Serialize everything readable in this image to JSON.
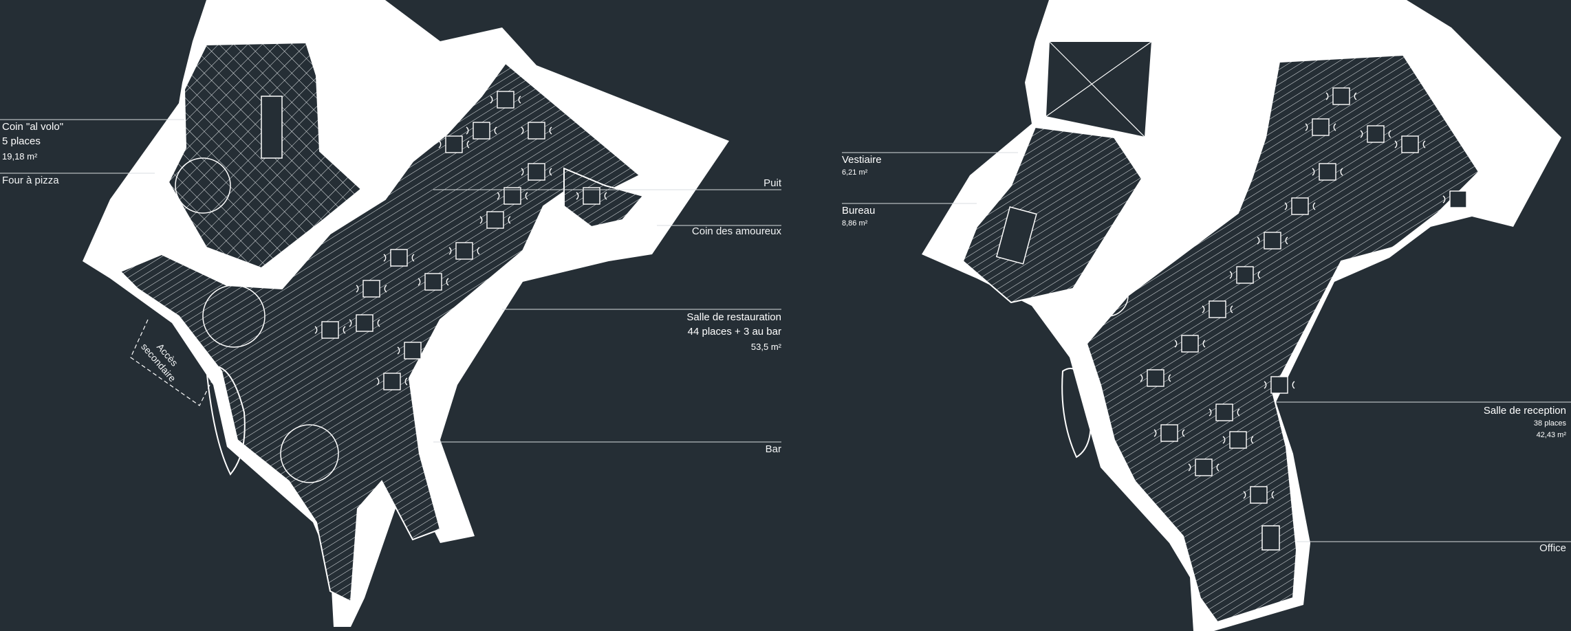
{
  "colors": {
    "background": "#252e35",
    "floor": "#ffffff",
    "hatch": "#252e35",
    "leader": "#d9dde0"
  },
  "plan_left": {
    "coin_volo": {
      "title": "Coin \"al volo\"",
      "places": "5 places",
      "area": "19,18 m²"
    },
    "four": "Four à pizza",
    "puit": "Puit",
    "coin_amoureux": "Coin des amoureux",
    "salle": {
      "title": "Salle de restauration",
      "places": "44 places + 3 au bar",
      "area": "53,5 m²"
    },
    "bar": "Bar",
    "acces": {
      "line1": "Accès",
      "line2": "secondaire"
    }
  },
  "plan_right": {
    "vestiaire": {
      "title": "Vestiaire",
      "area": "6,21 m²"
    },
    "bureau": {
      "title": "Bureau",
      "area": "8,86 m²"
    },
    "reception": {
      "title": "Salle de reception",
      "places": "38 places",
      "area": "42,43 m²"
    },
    "office": "Office"
  }
}
